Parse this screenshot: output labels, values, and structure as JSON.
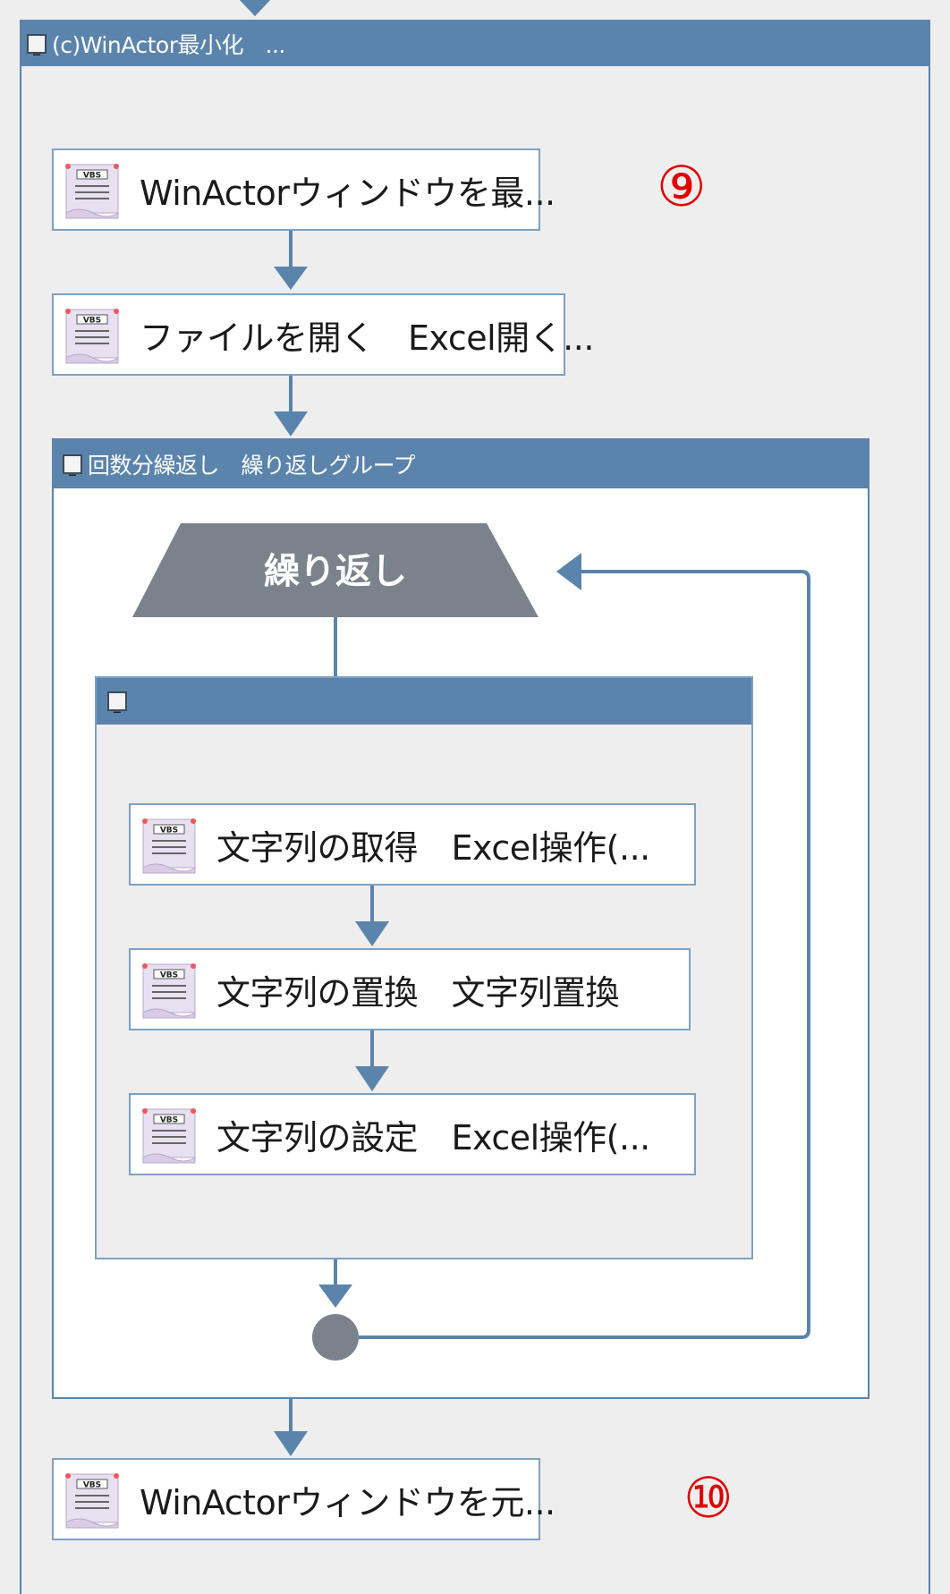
{
  "outer_group": {
    "title": "(c)WinActor最小化　..."
  },
  "nodes": {
    "minimize": "WinActorウィンドウを最...",
    "open_file": "ファイルを開く　Excel開く...",
    "get_string": "文字列の取得　Excel操作(...",
    "replace_string": "文字列の置換　文字列置換",
    "set_string": "文字列の設定　Excel操作(...",
    "restore": "WinActorウィンドウを元..."
  },
  "loop_group": {
    "title": "回数分繰返し　繰り返しグループ"
  },
  "loop_node": {
    "label": "繰り返し"
  },
  "inner_group": {
    "title": ""
  },
  "annotations": {
    "step9": "⑨",
    "step10": "⑩"
  },
  "icons": {
    "node_icon": "vbs-script-icon",
    "minimize": "minimize-icon"
  },
  "colors": {
    "accent": "#5b84ad",
    "annotation": "#e00000",
    "loop_shape": "#7a838c"
  }
}
